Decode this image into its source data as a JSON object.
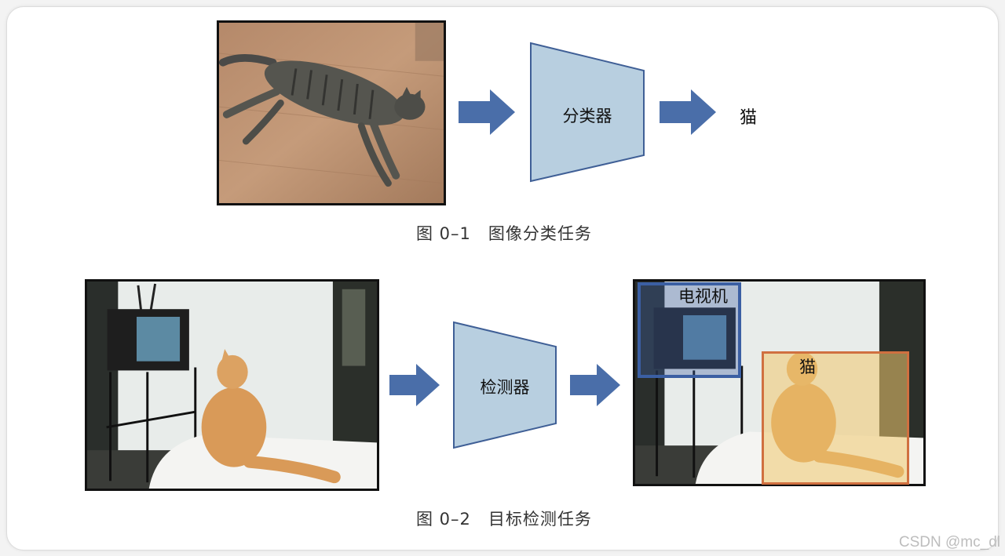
{
  "figure1": {
    "classifier_label": "分类器",
    "output_label": "猫",
    "caption": "图 0–1　图像分类任务"
  },
  "figure2": {
    "detector_label": "检测器",
    "caption": "图 0–2　目标检测任务",
    "detections": [
      {
        "label": "电视机",
        "color": "#3b5fa3"
      },
      {
        "label": "猫",
        "color": "#d07040"
      }
    ]
  },
  "colors": {
    "arrow": "#4a6ea9",
    "trapezoid_fill": "#b8cfe0",
    "trapezoid_stroke": "#3f5f96"
  },
  "watermark": "CSDN @mc_dl"
}
